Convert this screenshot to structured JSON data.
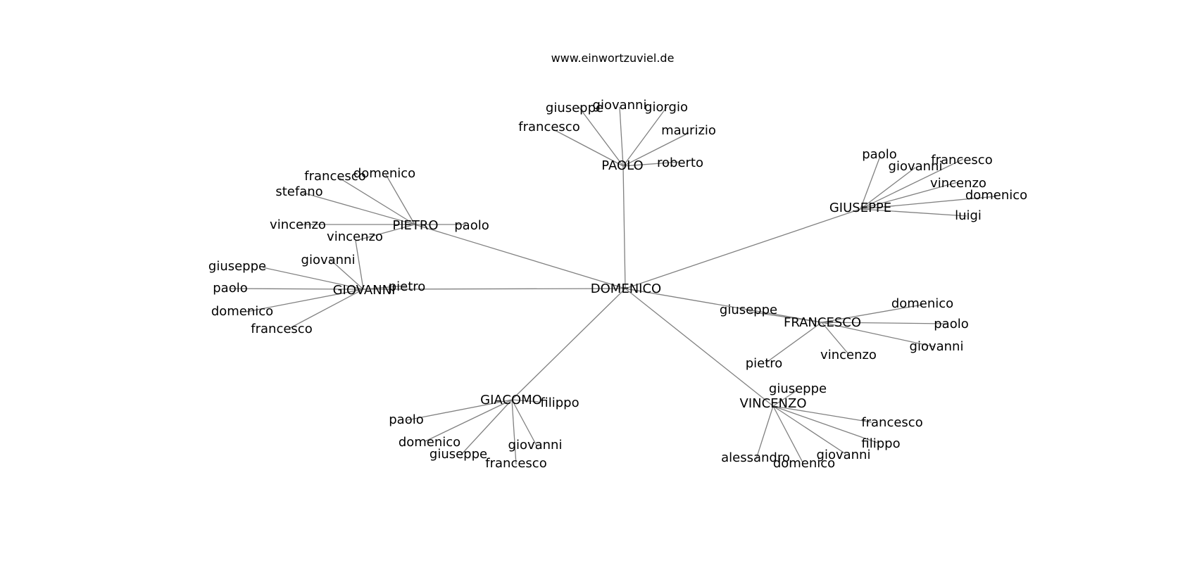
{
  "watermark": "www.einwortzuviel.de",
  "colors": {
    "background": "#ffffff",
    "edge": "#808080",
    "text": "#000000"
  },
  "graph": {
    "root": "DOMENICO",
    "hubs": [
      {
        "name": "PAOLO",
        "children": [
          "giuseppe",
          "giovanni",
          "giorgio",
          "francesco",
          "maurizio",
          "roberto"
        ]
      },
      {
        "name": "PIETRO",
        "children": [
          "francesco",
          "domenico",
          "stefano",
          "vincenzo",
          "paolo",
          "vincenzo"
        ]
      },
      {
        "name": "GIOVANNI",
        "children": [
          "vincenzo",
          "giovanni",
          "giuseppe",
          "paolo",
          "pietro",
          "domenico",
          "francesco"
        ]
      },
      {
        "name": "GIUSEPPE",
        "children": [
          "paolo",
          "giovanni",
          "francesco",
          "vincenzo",
          "domenico",
          "luigi"
        ]
      },
      {
        "name": "FRANCESCO",
        "children": [
          "giuseppe",
          "domenico",
          "paolo",
          "giovanni",
          "vincenzo",
          "pietro"
        ]
      },
      {
        "name": "GIACOMO",
        "children": [
          "filippo",
          "paolo",
          "domenico",
          "giuseppe",
          "giovanni",
          "francesco"
        ]
      },
      {
        "name": "VINCENZO",
        "children": [
          "giuseppe",
          "francesco",
          "filippo",
          "giovanni",
          "domenico",
          "alessandro"
        ]
      }
    ]
  }
}
